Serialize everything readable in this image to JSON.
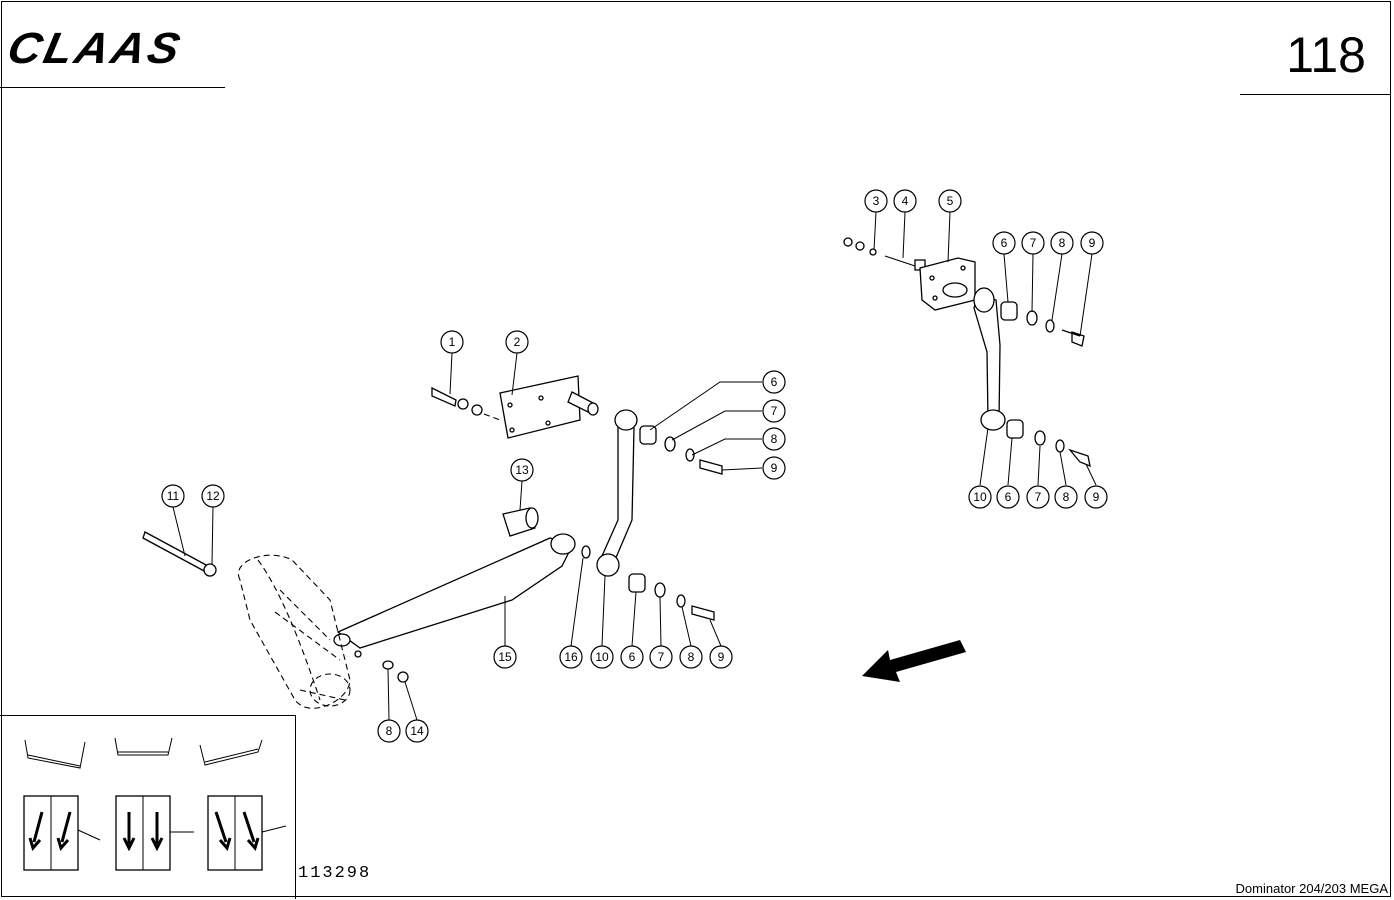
{
  "header": {
    "brand": "CLAAS",
    "page_number": "118"
  },
  "footer": {
    "drawing_number": "113298",
    "model": "Dominator 204/203 MEGA"
  },
  "callouts": {
    "c1": "1",
    "c2": "2",
    "c3": "3",
    "c4": "4",
    "c5": "5",
    "c6a": "6",
    "c7a": "7",
    "c8a": "8",
    "c9a": "9",
    "c6b": "6",
    "c7b": "7",
    "c8b": "8",
    "c9b": "9",
    "c10a": "10",
    "c6c": "6",
    "c7c": "7",
    "c8c": "8",
    "c9c": "9",
    "c11": "11",
    "c12": "12",
    "c13": "13",
    "c6d": "6",
    "c7d": "7",
    "c8d": "8",
    "c9d": "9",
    "c15": "15",
    "c16": "16",
    "c10b": "10",
    "c8e": "8",
    "c14": "14"
  },
  "icons": {
    "direction": "direction-arrow-icon",
    "guides": "guide-position-icons"
  }
}
